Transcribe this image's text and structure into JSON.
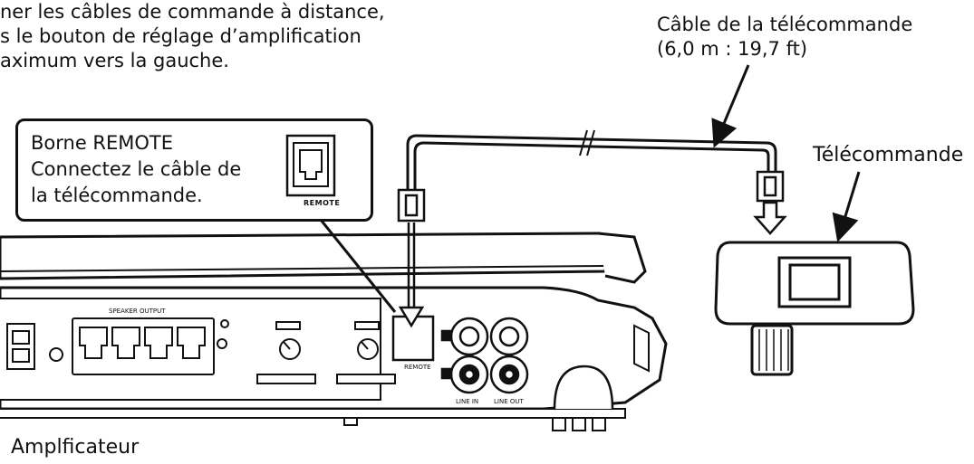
{
  "intro": {
    "lines": [
      "ner les câbles de commande à distance,",
      "s le bouton de réglage d’amplification",
      "aximum vers la gauche."
    ]
  },
  "cable": {
    "lines": [
      "Câble de la télécommande",
      "(6,0 m : 19,7 ft)"
    ]
  },
  "remote": {
    "label": "Télécommande"
  },
  "callout": {
    "lines": [
      "Borne REMOTE",
      "Connectez le câble de",
      "la télécommande."
    ],
    "jack_label": "REMOTE"
  },
  "amplifier": {
    "label": "Amplficateur"
  },
  "panel": {
    "speaker_output": "SPEAKER OUTPUT",
    "line_in": "LINE IN",
    "line_out": "LINE OUT",
    "remote": "REMOTE"
  },
  "colors": {
    "ink": "#111111",
    "fill": "#ffffff",
    "shade": "#d9d9d9"
  },
  "icons": [
    "arrow-icon",
    "modular-jack-icon",
    "plug-icon",
    "down-arrow-icon"
  ]
}
